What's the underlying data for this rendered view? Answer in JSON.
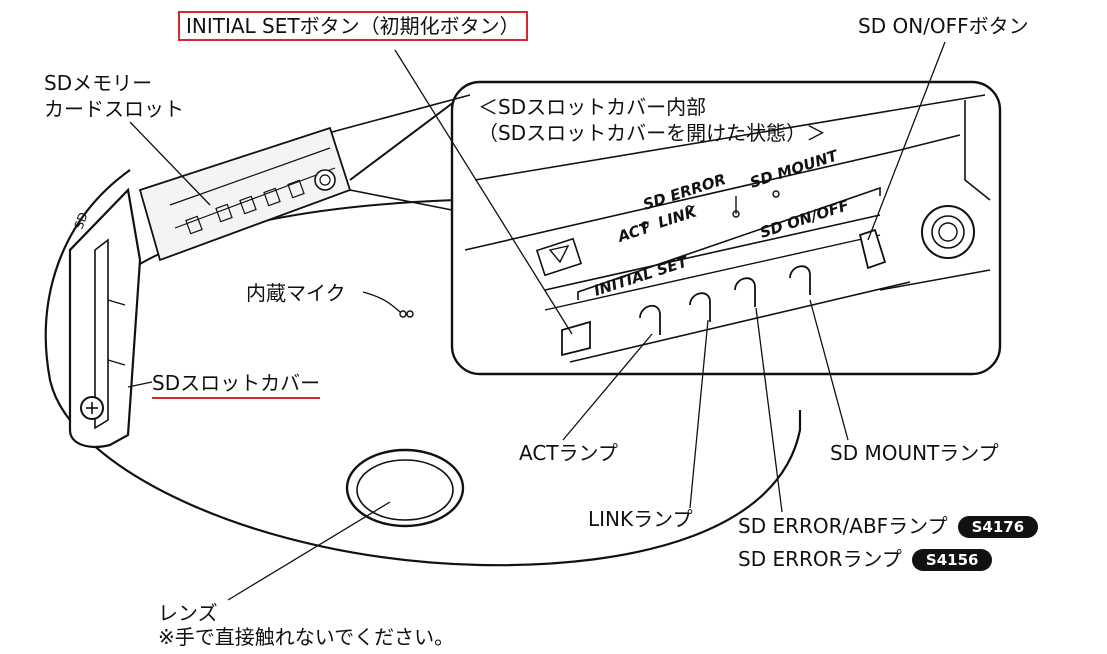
{
  "labels": {
    "initial_set_button": "INITIAL SETボタン（初期化ボタン）",
    "sd_onoff_button": "SD ON/OFFボタン",
    "sd_card_slot_line1": "SDメモリー",
    "sd_card_slot_line2": "カードスロット",
    "cover_inside_line1": "＜SDスロットカバー内部",
    "cover_inside_line2": "（SDスロットカバーを開けた状態）＞",
    "builtin_mic": "内蔵マイク",
    "sd_slot_cover": "SDスロットカバー",
    "act_lamp": "ACTランプ",
    "sd_mount_lamp": "SD MOUNTランプ",
    "link_lamp": "LINKランプ",
    "sd_error_abf_lamp": "SD ERROR/ABFランプ",
    "sd_error_lamp": "SD ERRORランプ",
    "lens": "レンズ",
    "lens_note": "※手で直接触れないでください。"
  },
  "badges": {
    "s4176": "S4176",
    "s4156": "S4156"
  },
  "panel_printing": {
    "act": "ACT",
    "link": "LINK",
    "sd_error": "SD ERROR",
    "sd_mount": "SD MOUNT",
    "sd_onoff": "SD ON/OFF",
    "initial_set": "INITIAL SET"
  },
  "colors": {
    "highlight_red": "#d42a2f",
    "line": "#111111",
    "badge_bg": "#111111"
  }
}
